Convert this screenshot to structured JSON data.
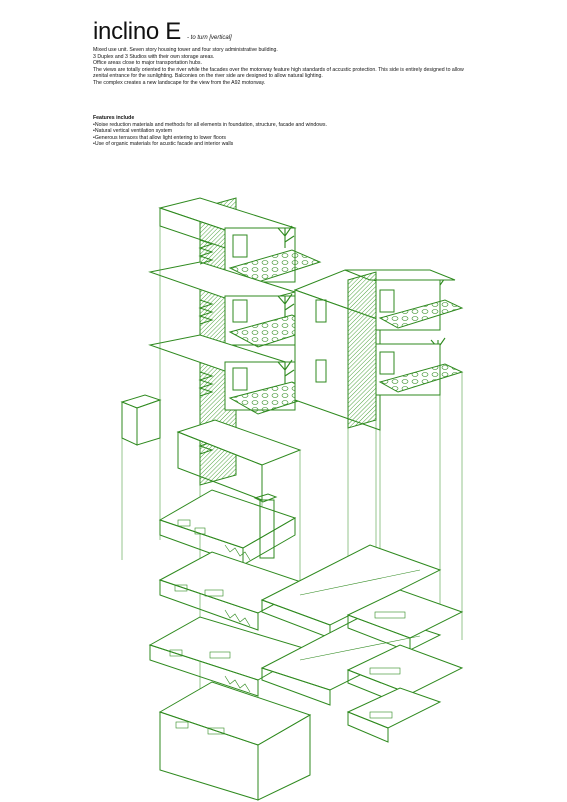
{
  "title": "inclino E",
  "subtitle": "- to turn [vertical]",
  "description": [
    "Mixed use unit.  Seven story housing tower and four story administrative building.",
    "3 Duplex and 3 Studios with their own storage areas.",
    "Office areas close to major transportation hubs.",
    "The views are totally oriented to the river while the facades over the motorway feature high standards of accustic protection. This side is entirely designed to allow zenital entrance for the sunlighting. Balconies on the river side are designed to allow natural lighting.",
    "The complex creates a new landscape for the view from the A92 motorway."
  ],
  "features_heading": "Features include",
  "features": [
    "Noise reduction materials and methods for all elements in foundation, structure, facade and windows.",
    "Natural vertical ventilation system",
    "Generous terraces that allow light entering to lower floors",
    "Use of organic materials for acustic facade and interior walls"
  ],
  "colors": {
    "line": "#2f8a1f",
    "hatch": "#3c9a2a",
    "terrace": "#9fd07a",
    "text": "#111111",
    "background": "#ffffff"
  }
}
